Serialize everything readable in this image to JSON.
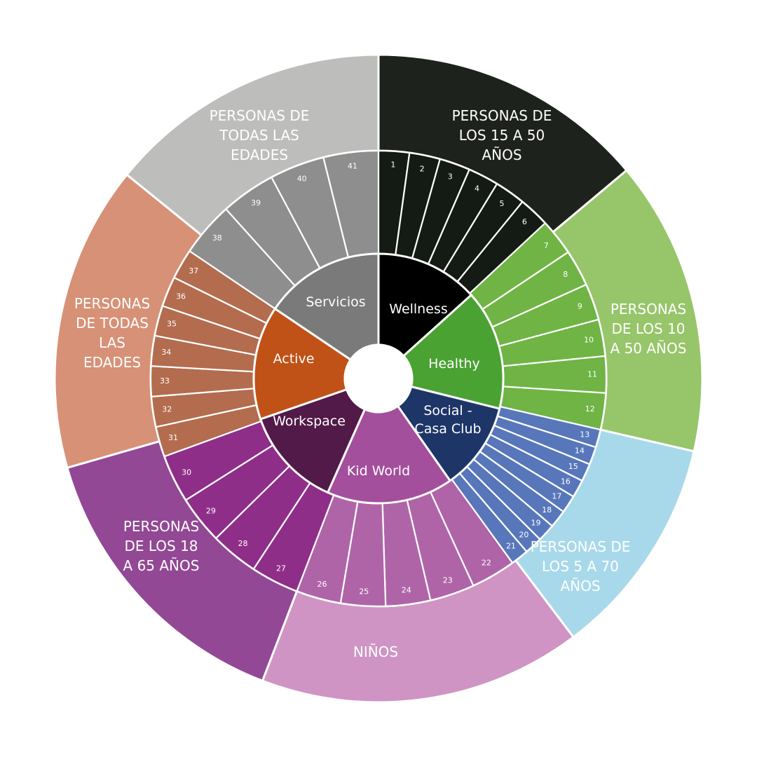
{
  "groups": [
    {
      "key": "wellness",
      "color": "#1e221c",
      "lines": [
        "PERSONAS DE",
        "LOS 15 A 50",
        "AÑOS"
      ]
    },
    {
      "key": "healthy",
      "color": "#97c56a",
      "lines": [
        "PERSONAS",
        "DE LOS 10",
        "A 50 AÑOS"
      ]
    },
    {
      "key": "social",
      "color": "#a8d9ea",
      "lines": [
        "PERSONAS DE",
        "LOS 5 A 70",
        "AÑOS"
      ]
    },
    {
      "key": "kidworld",
      "color": "#cf94c4",
      "lines": [
        "NIÑOS"
      ]
    },
    {
      "key": "workspace",
      "color": "#924894",
      "lines": [
        "PERSONAS",
        "DE LOS 18",
        "A 65 AÑOS"
      ]
    },
    {
      "key": "active",
      "color": "#d79176",
      "lines": [
        "PERSONAS",
        "DE TODAS",
        "LAS",
        "EDADES"
      ]
    },
    {
      "key": "servicios",
      "color": "#bdbdbc",
      "lines": [
        "PERSONAS DE",
        "TODAS LAS",
        "EDADES"
      ]
    }
  ],
  "categories": [
    {
      "key": "wellness",
      "label": "Wellness",
      "color": "#000000",
      "subcolor": "#141a14",
      "items": [
        "1",
        "2",
        "3",
        "4",
        "5",
        "6"
      ]
    },
    {
      "key": "healthy",
      "label": "Healthy",
      "color": "#4aa232",
      "subcolor": "#6fb444",
      "items": [
        "7",
        "8",
        "9",
        "10",
        "11",
        "12"
      ]
    },
    {
      "key": "social",
      "label": "Social -\nCasa Club",
      "color": "#1e3567",
      "subcolor": "#5877bb",
      "items": [
        "13",
        "14",
        "15",
        "16",
        "17",
        "18",
        "19",
        "20",
        "21"
      ]
    },
    {
      "key": "kidworld",
      "label": "Kid World",
      "color": "#a34f9c",
      "subcolor": "#b064a8",
      "items": [
        "22",
        "23",
        "24",
        "25",
        "26"
      ]
    },
    {
      "key": "workspace",
      "label": "Workspace",
      "color": "#521a48",
      "subcolor": "#8f2e88",
      "items": [
        "27",
        "28",
        "29",
        "30"
      ]
    },
    {
      "key": "active",
      "label": "Active",
      "color": "#c05217",
      "subcolor": "#b36c4e",
      "items": [
        "31",
        "32",
        "33",
        "34",
        "35",
        "36",
        "37"
      ]
    },
    {
      "key": "servicios",
      "label": "Servicios",
      "color": "#7a7a7a",
      "subcolor": "#8e8e8e",
      "items": [
        "38",
        "39",
        "40",
        "41"
      ]
    }
  ]
}
